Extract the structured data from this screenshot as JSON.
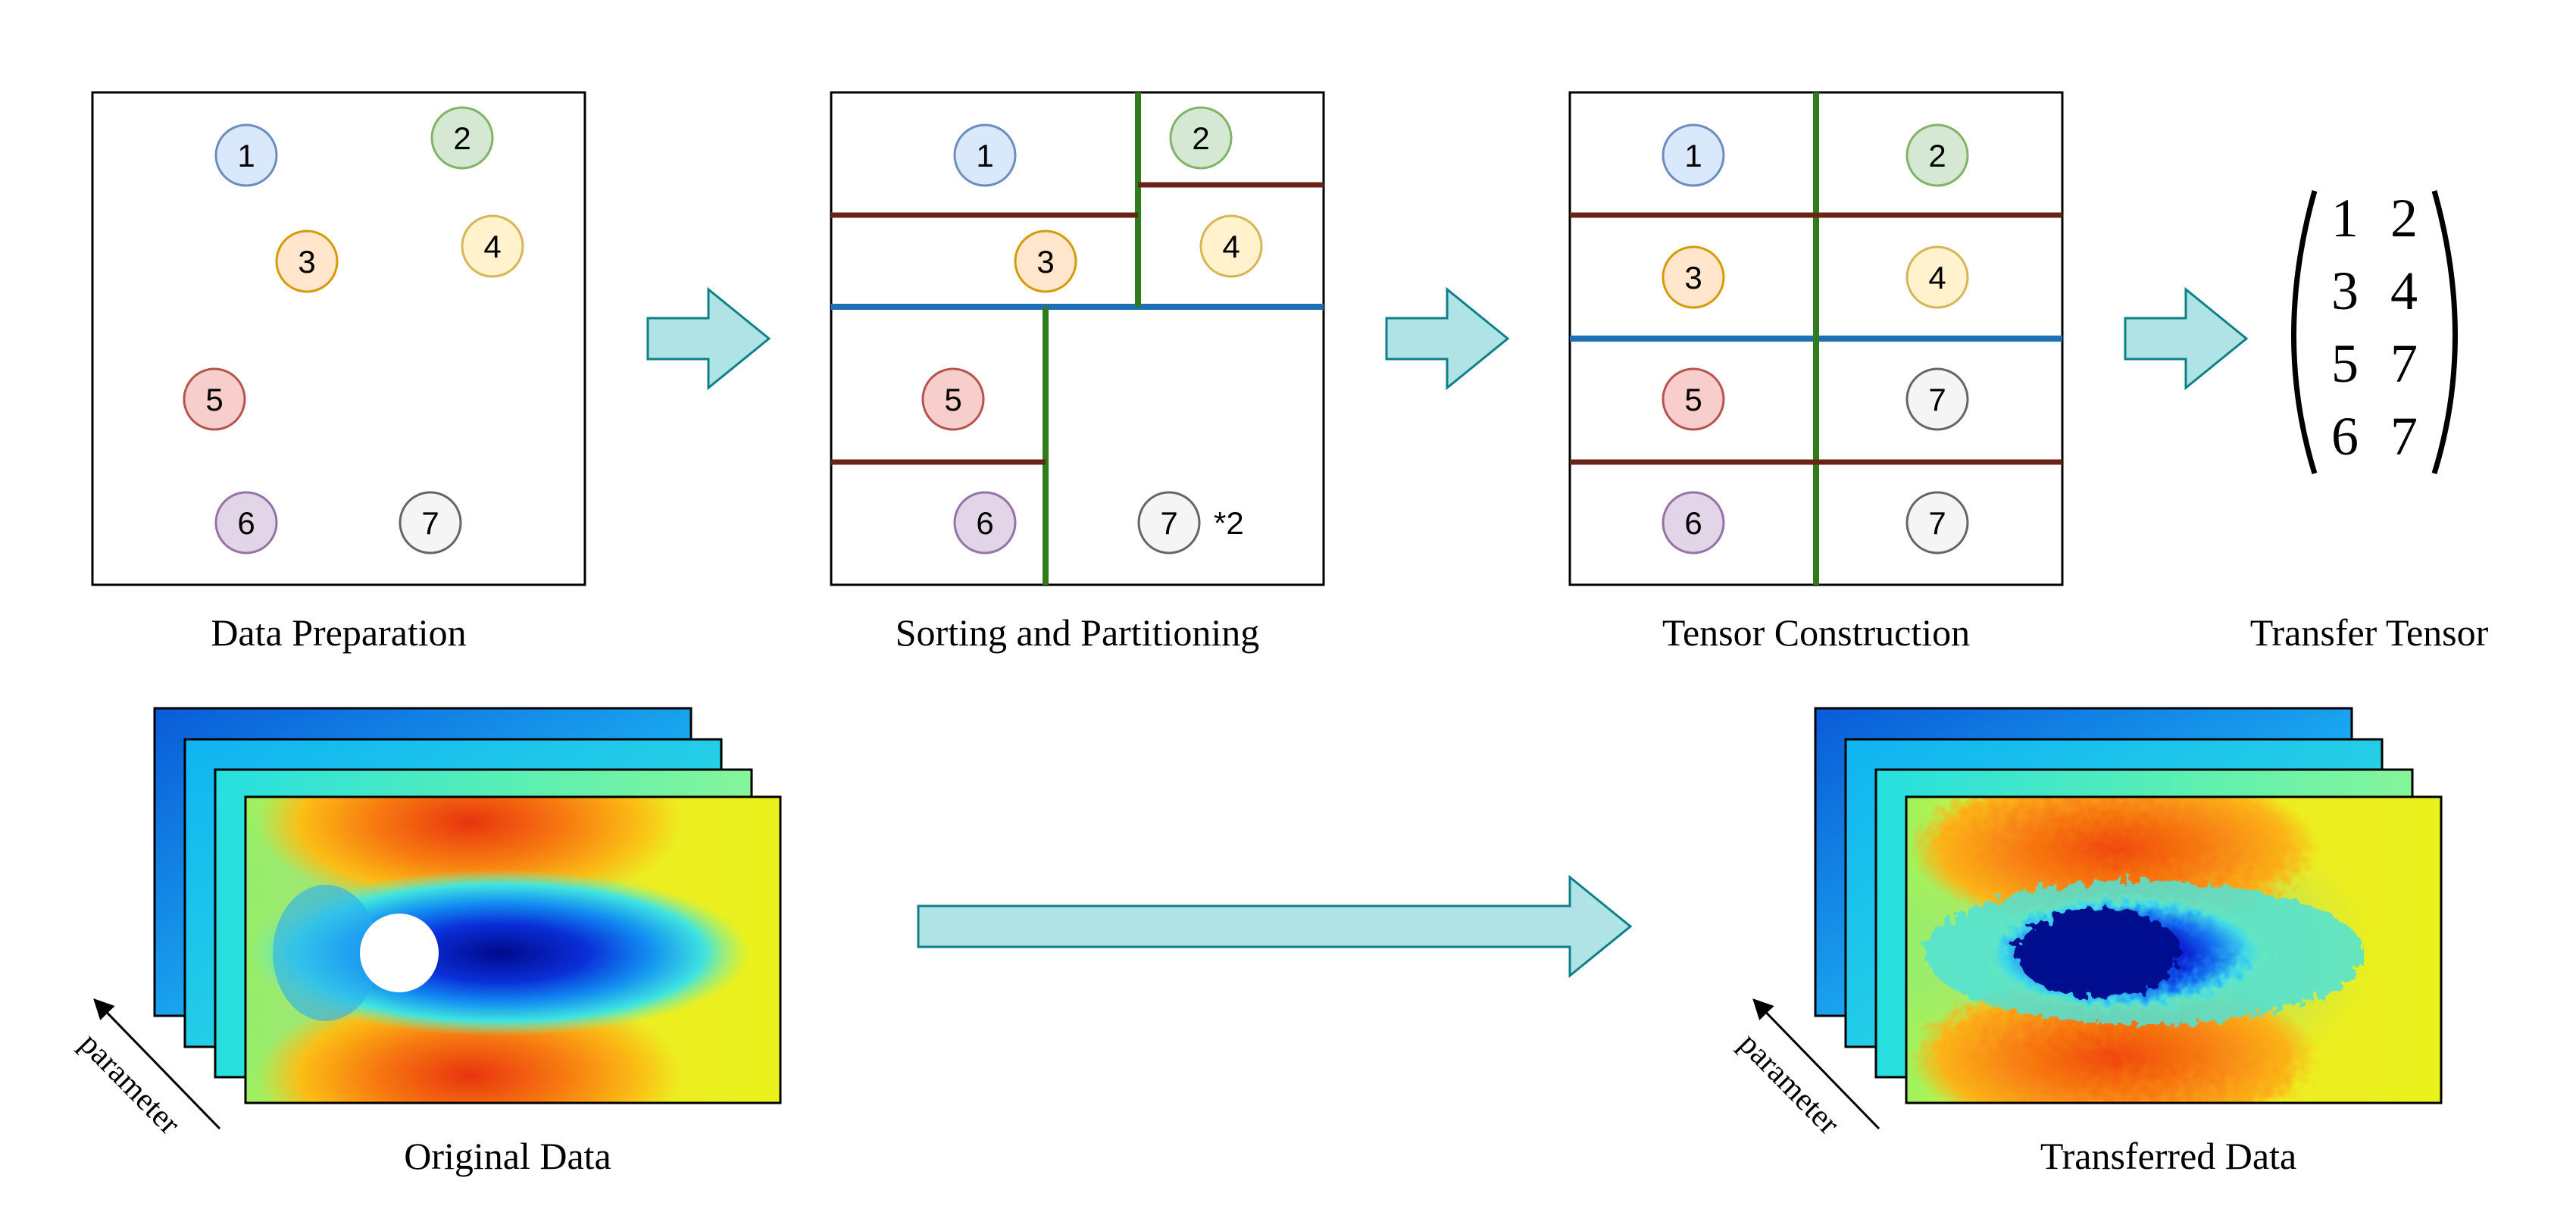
{
  "panels": [
    {
      "caption": "Data Preparation"
    },
    {
      "caption": "Sorting and Partitioning",
      "duplicate_note": "*2"
    },
    {
      "caption": "Tensor Construction"
    },
    {
      "caption": "Transfer Tensor"
    }
  ],
  "points": [
    {
      "label": "1",
      "fill": "#dae8fc",
      "stroke": "#6c8ebf"
    },
    {
      "label": "2",
      "fill": "#d5e8d4",
      "stroke": "#82b366"
    },
    {
      "label": "3",
      "fill": "#ffe6cc",
      "stroke": "#d79b00"
    },
    {
      "label": "4",
      "fill": "#fff2cc",
      "stroke": "#d6b656"
    },
    {
      "label": "5",
      "fill": "#f8cecc",
      "stroke": "#b85450"
    },
    {
      "label": "6",
      "fill": "#e1d5e7",
      "stroke": "#9673a6"
    },
    {
      "label": "7",
      "fill": "#f5f5f5",
      "stroke": "#666666"
    }
  ],
  "tensor": [
    [
      "1",
      "2"
    ],
    [
      "3",
      "4"
    ],
    [
      "5",
      "7"
    ],
    [
      "6",
      "7"
    ]
  ],
  "bottom": {
    "original_caption": "Original Data",
    "transferred_caption": "Transferred Data",
    "axis_label": "parameter"
  },
  "colors": {
    "split_primary": "#1f6fb4",
    "split_secondary": "#2e7d1a",
    "split_tertiary": "#6b2316",
    "arrow_fill": "#b0e3e6",
    "arrow_stroke": "#0e8088"
  }
}
